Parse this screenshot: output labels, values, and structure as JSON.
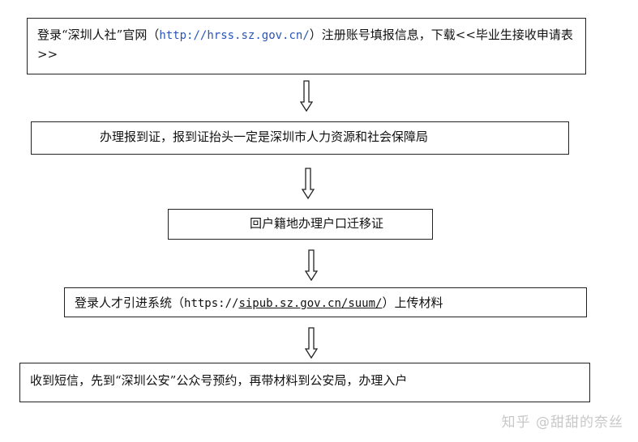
{
  "steps": [
    {
      "text_before": "登录“深圳人社”官网（",
      "link": "http://hrss.sz.gov.cn/",
      "text_after": "）注册账号填报信息，下载<<毕业生接收申请表>>"
    },
    {
      "text": "办理报到证，报到证抬头一定是深圳市人力资源和社会保障局"
    },
    {
      "text": "回户籍地办理户口迁移证"
    },
    {
      "text_before": "登录人才引进系统（",
      "link_prefix": "https://",
      "link_main": "sipub.sz.gov.cn/suum/",
      "text_after": "）上传材料"
    },
    {
      "text": "收到短信，先到“深圳公安”公众号预约，再带材料到公安局，办理入户"
    }
  ],
  "watermark": "知乎 @甜甜的奈丝"
}
